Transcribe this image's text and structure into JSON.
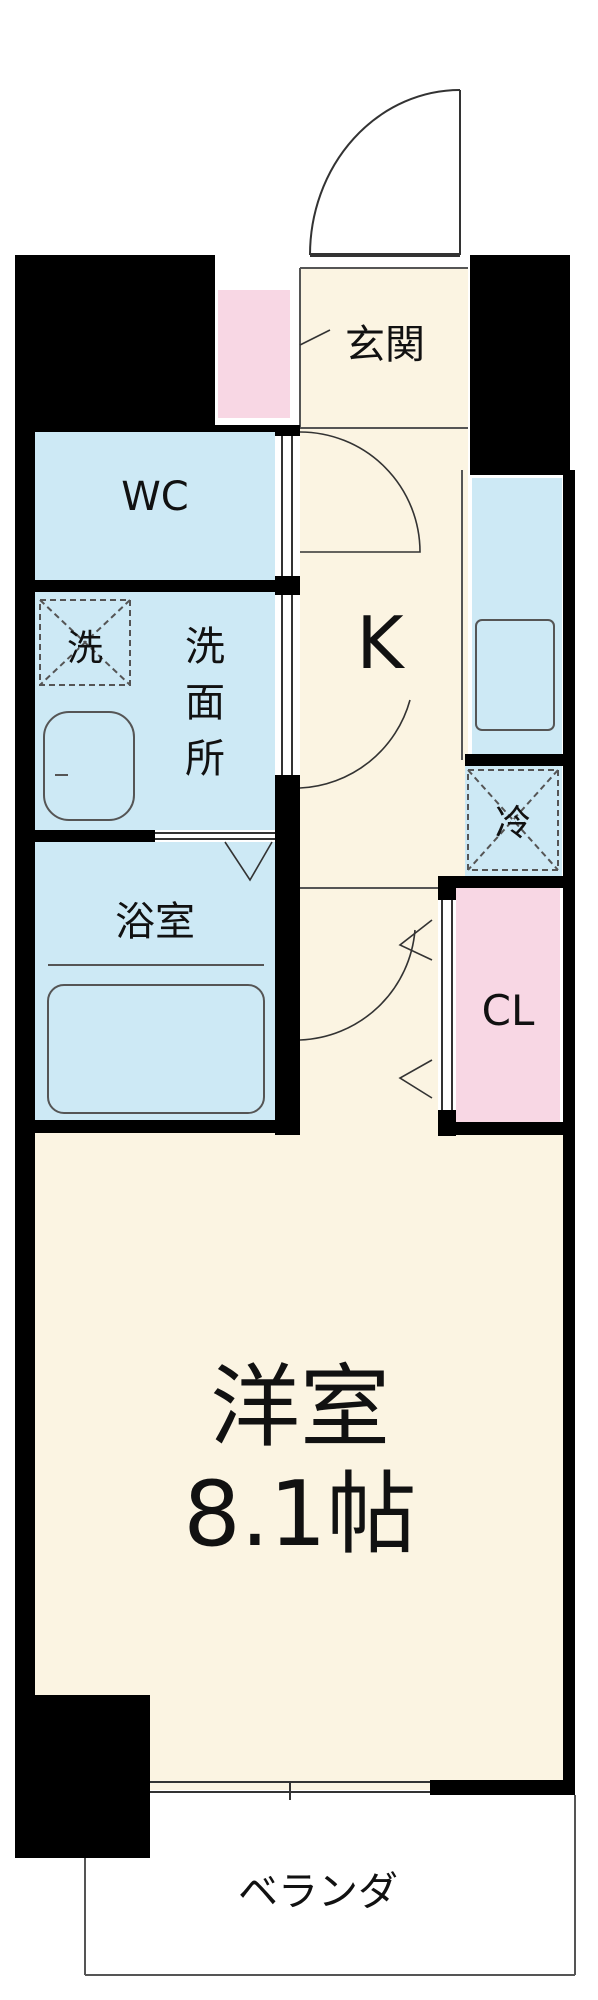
{
  "rooms": {
    "genkan": "玄関",
    "wc": "WC",
    "kitchen": "K",
    "washer": "洗",
    "senmenjo": [
      "洗",
      "面",
      "所"
    ],
    "fridge": "冷",
    "bathroom": "浴室",
    "closet": "CL",
    "western_room": "洋室",
    "western_room_size": "8.1帖",
    "veranda": "ベランダ"
  },
  "colors": {
    "wall": "#000000",
    "floor": "#fbf4e2",
    "wet_area": "#cde9f5",
    "storage": "#f8d7e4"
  }
}
